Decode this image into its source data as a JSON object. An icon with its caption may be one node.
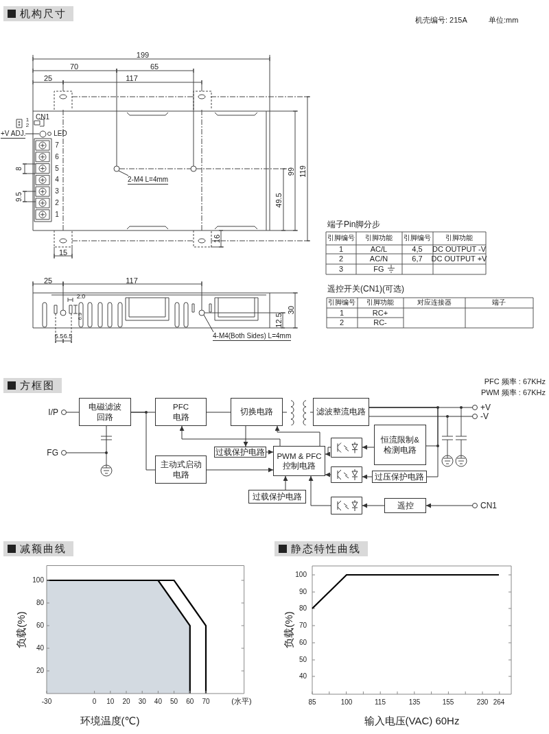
{
  "diagram": {
    "nodes": [
      {
        "text": [
          "+V ADJ."
        ]
      },
      {
        "text": [
          "2-M4 L=4mm"
        ]
      },
      {
        "text": [
          "4-M4(Both Sides) L=4mm"
        ]
      },
      {
        "text": [
          "I/P"
        ]
      },
      {
        "text": [
          "电磁滤波回路"
        ]
      },
      {
        "text": [
          "PFC电路"
        ]
      },
      {
        "text": [
          "切换电路"
        ]
      },
      {
        "text": [],
        "shape": "picture"
      },
      {
        "text": [
          "滤波整流电路"
        ]
      },
      {
        "text": [
          "+V"
        ]
      },
      {
        "text": [
          "-V"
        ]
      },
      {
        "text": [
          "过载保护电路"
        ]
      },
      {
        "text": [
          "PWM & PFC控制电路"
        ]
      },
      {
        "text": [],
        "shape": "picture"
      },
      {
        "text": [
          "恒流限制&检测电路"
        ]
      },
      {
        "text": [
          "FG"
        ]
      },
      {
        "text": [
          "主动式启动电路"
        ]
      },
      {
        "text": [],
        "shape": "picture"
      },
      {
        "text": [
          "过压保护电路"
        ]
      },
      {
        "text": [
          "过载保护电路"
        ]
      },
      {
        "text": [],
        "shape": "picture"
      },
      {
        "text": [
          "遥控"
        ]
      },
      {
        "text": [
          "CN1"
        ]
      },
      {
        "text": [],
        "shape": "circle"
      }
    ],
    "edges": [
      {
        "from": 0,
        "to": 23,
        "arrow": "none"
      },
      {
        "from": 1,
        "to": null,
        "arrow": "none"
      },
      {
        "from": 2,
        "to": null,
        "arrow": "none"
      },
      {
        "from": 3,
        "to": 4,
        "arrow": "none"
      },
      {
        "from": 15,
        "to": 4,
        "arrow": "none"
      },
      {
        "from": 4,
        "to": 5,
        "arrow": "none"
      },
      {
        "from": 4,
        "to": 16,
        "arrow": "none"
      },
      {
        "from": 5,
        "to": 6,
        "arrow": "none"
      },
      {
        "from": 6,
        "to": 7,
        "arrow": "none"
      },
      {
        "from": 7,
        "to": 8,
        "arrow": "none"
      },
      {
        "from": 8,
        "to": 9,
        "arrow": "none"
      },
      {
        "from": 8,
        "to": 10,
        "arrow": "none"
      },
      {
        "from": 6,
        "to": 11,
        "arrow": "to"
      },
      {
        "from": 11,
        "to": 12,
        "arrow": "to"
      },
      {
        "from": 12,
        "to": 5,
        "arrow": "to"
      },
      {
        "from": 12,
        "to": 6,
        "arrow": "to"
      },
      {
        "from": 16,
        "to": 12,
        "arrow": "to"
      },
      {
        "from": 13,
        "to": 12,
        "arrow": "to"
      },
      {
        "from": 14,
        "to": 13,
        "arrow": "to"
      },
      {
        "from": 8,
        "to": 14,
        "arrow": "none"
      },
      {
        "from": 17,
        "to": 12,
        "arrow": "to"
      },
      {
        "from": 18,
        "to": 17,
        "arrow": "to"
      },
      {
        "from": 8,
        "to": 18,
        "arrow": "none"
      },
      {
        "from": 19,
        "to": 12,
        "arrow": "to"
      },
      {
        "from": 20,
        "to": 12,
        "arrow": "to"
      },
      {
        "from": 21,
        "to": 20,
        "arrow": "to"
      },
      {
        "from": 22,
        "to": 21,
        "arrow": "to"
      }
    ],
    "labels": [
      "机构尺寸",
      "机壳编号: 215A",
      "单位:mm",
      "199",
      "70",
      "65",
      "25",
      "117",
      "CN1",
      "1",
      "2",
      "LED",
      "7",
      "6",
      "5",
      "4",
      "3",
      "2",
      "1",
      "8",
      "99",
      "119",
      "9.5",
      "49.5",
      "16",
      "端子Pin脚分步",
      "引脚编号",
      "引脚功能",
      "引脚编号",
      "引脚功能",
      "1",
      "AC/L",
      "4,5",
      "DC OUTPUT -V",
      "2",
      "AC/N",
      "6,7",
      "DC OUTPUT +V",
      "3",
      "FG",
      "15",
      "25",
      "117",
      "遥控开关(CN1)(可选)",
      "2.0",
      "引脚编号",
      "引脚功能",
      "对应连接器",
      "端子",
      "1",
      "RC+",
      "6.9",
      "30",
      "2",
      "RC-",
      "12.5",
      "6.5",
      "6.5",
      "方框图",
      "PFC 频率 : 67KHz",
      "PWM 频率 : 67KHz",
      "减额曲线",
      "静态特性曲线",
      "(水平)",
      "100",
      "90",
      "80",
      "70",
      "60",
      "50",
      "40",
      "85",
      "100",
      "115",
      "135",
      "155",
      "230",
      "264",
      "负载(%)",
      "输入电压(VAC) 60Hz"
    ],
    "chart_data": {
      "type": "line",
      "xlabel": "环境温度(℃)",
      "ylabel": "负载(%)",
      "x": [
        -30,
        40,
        50,
        60,
        60,
        70,
        70
      ],
      "series": [
        {
          "color": "#000000",
          "values": [
            100,
            100,
            80,
            60,
            0,
            null,
            null
          ]
        },
        {
          "color": "#000000",
          "values": [
            100,
            100,
            100,
            80,
            null,
            60,
            0
          ]
        }
      ],
      "xlim": [
        -30,
        94
      ],
      "ylim": [
        0,
        113
      ],
      "xticks": [
        -30,
        0,
        10,
        20,
        30,
        40,
        50,
        60,
        70
      ],
      "yticks": [
        20,
        40,
        60,
        80,
        100
      ]
    }
  }
}
